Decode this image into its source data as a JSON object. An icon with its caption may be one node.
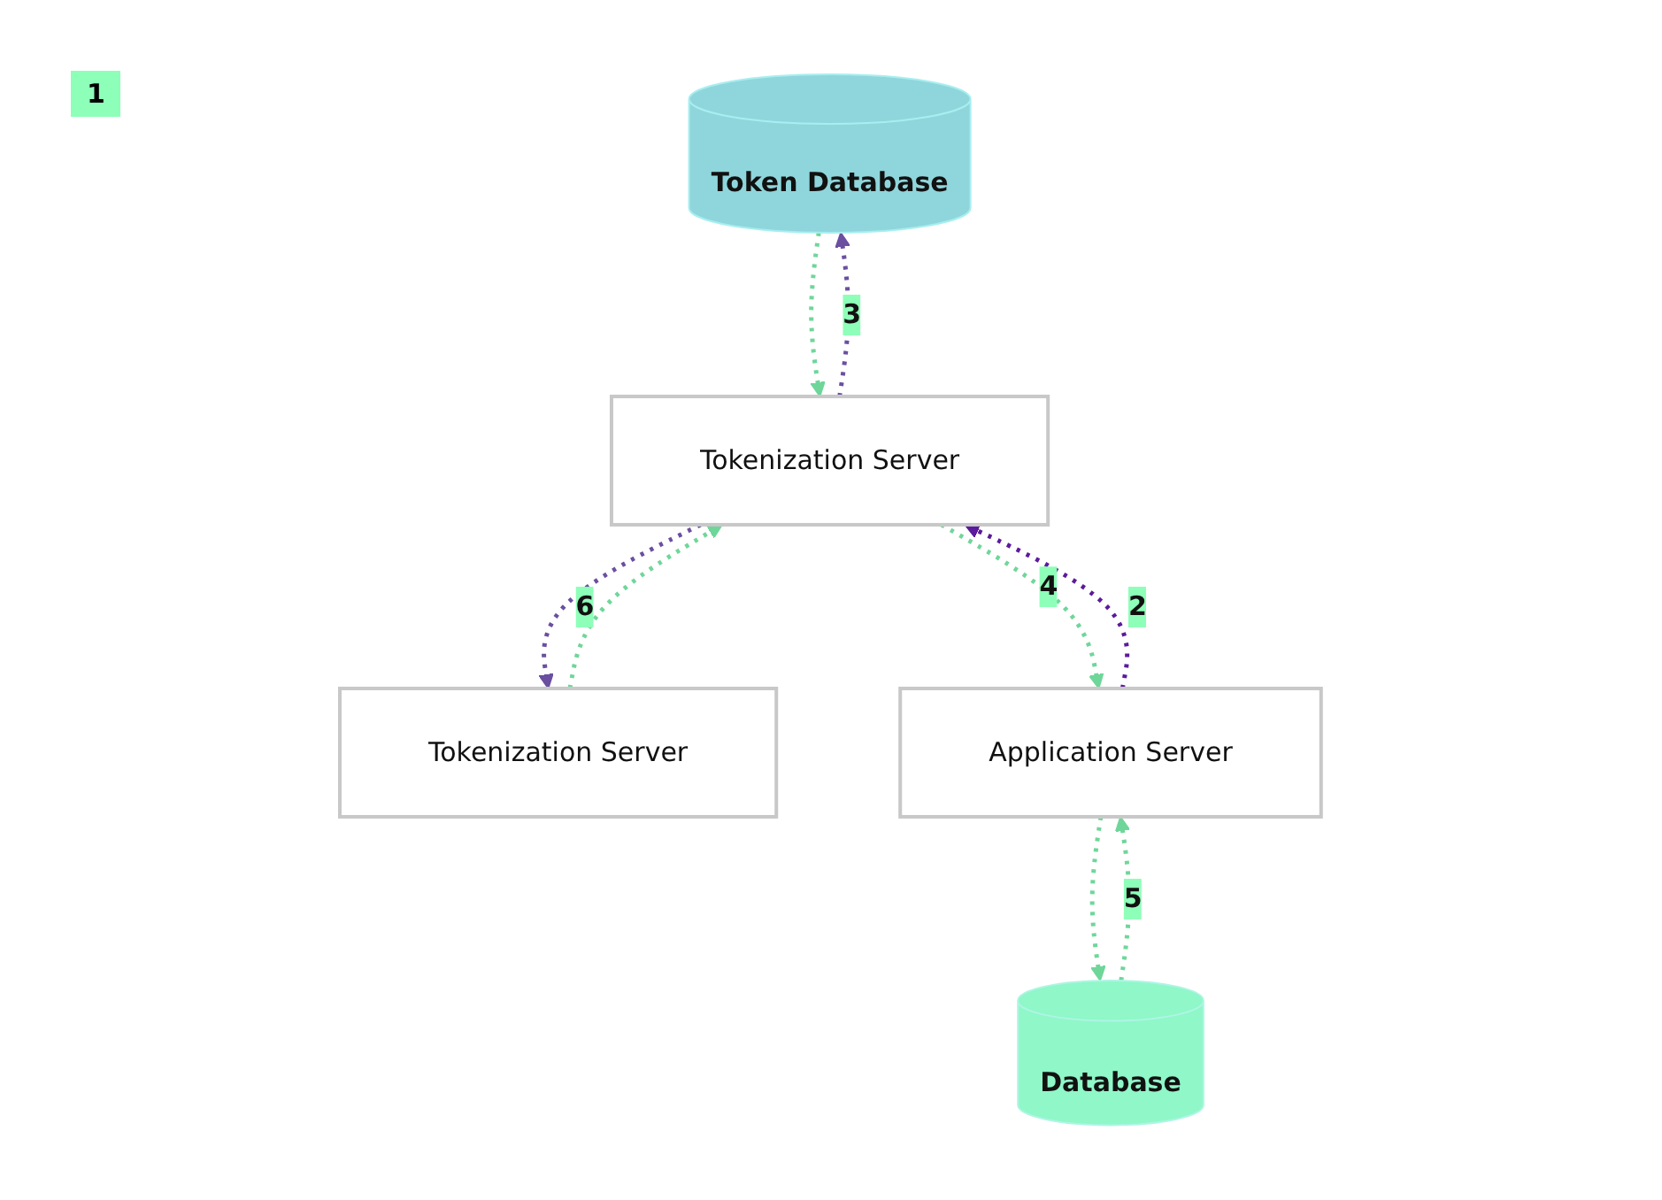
{
  "diagram": {
    "nodes": [
      {
        "text": [
          "Token Database"
        ]
      },
      {
        "text": [
          "Tokenization Server"
        ]
      },
      {
        "text": [
          "Tokenization Server"
        ]
      },
      {
        "text": [
          "Application Server"
        ]
      },
      {
        "text": [
          "Database"
        ]
      }
    ],
    "edges": [
      {
        "from": 3,
        "to": 1,
        "arrow": "to",
        "label": "2",
        "style": "dashed",
        "color": "#5c1a9c"
      },
      {
        "from": 1,
        "to": 0,
        "arrow": "to",
        "label": "3",
        "style": "dashed",
        "color": "#6b4fa0"
      },
      {
        "from": 0,
        "to": 1,
        "arrow": "to",
        "style": "dashed"
      },
      {
        "from": 1,
        "to": 3,
        "arrow": "to",
        "label": "4",
        "style": "dashed"
      },
      {
        "from": 3,
        "to": 4,
        "arrow": "to",
        "style": "dashed"
      },
      {
        "from": 4,
        "to": 3,
        "arrow": "to",
        "label": "5",
        "style": "dashed"
      },
      {
        "from": 1,
        "to": 2,
        "arrow": "to",
        "style": "dashed",
        "color": "#6b4fa0"
      },
      {
        "from": 2,
        "to": 1,
        "arrow": "to",
        "label": "6",
        "style": "dashed"
      }
    ],
    "labels": [
      "1"
    ]
  }
}
